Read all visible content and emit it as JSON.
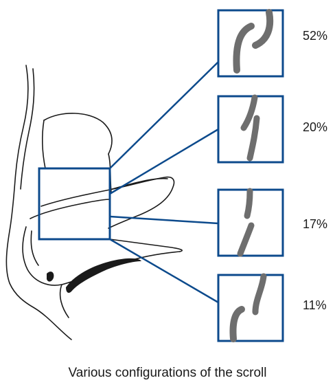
{
  "caption": "Various configurations of the scroll",
  "panels": [
    {
      "label": "52%"
    },
    {
      "label": "20%"
    },
    {
      "label": "17%"
    },
    {
      "label": "11%"
    }
  ],
  "colors": {
    "frame": "#0c4a8c",
    "scroll": "#6e6e6e",
    "line": "#1a1a1a"
  }
}
